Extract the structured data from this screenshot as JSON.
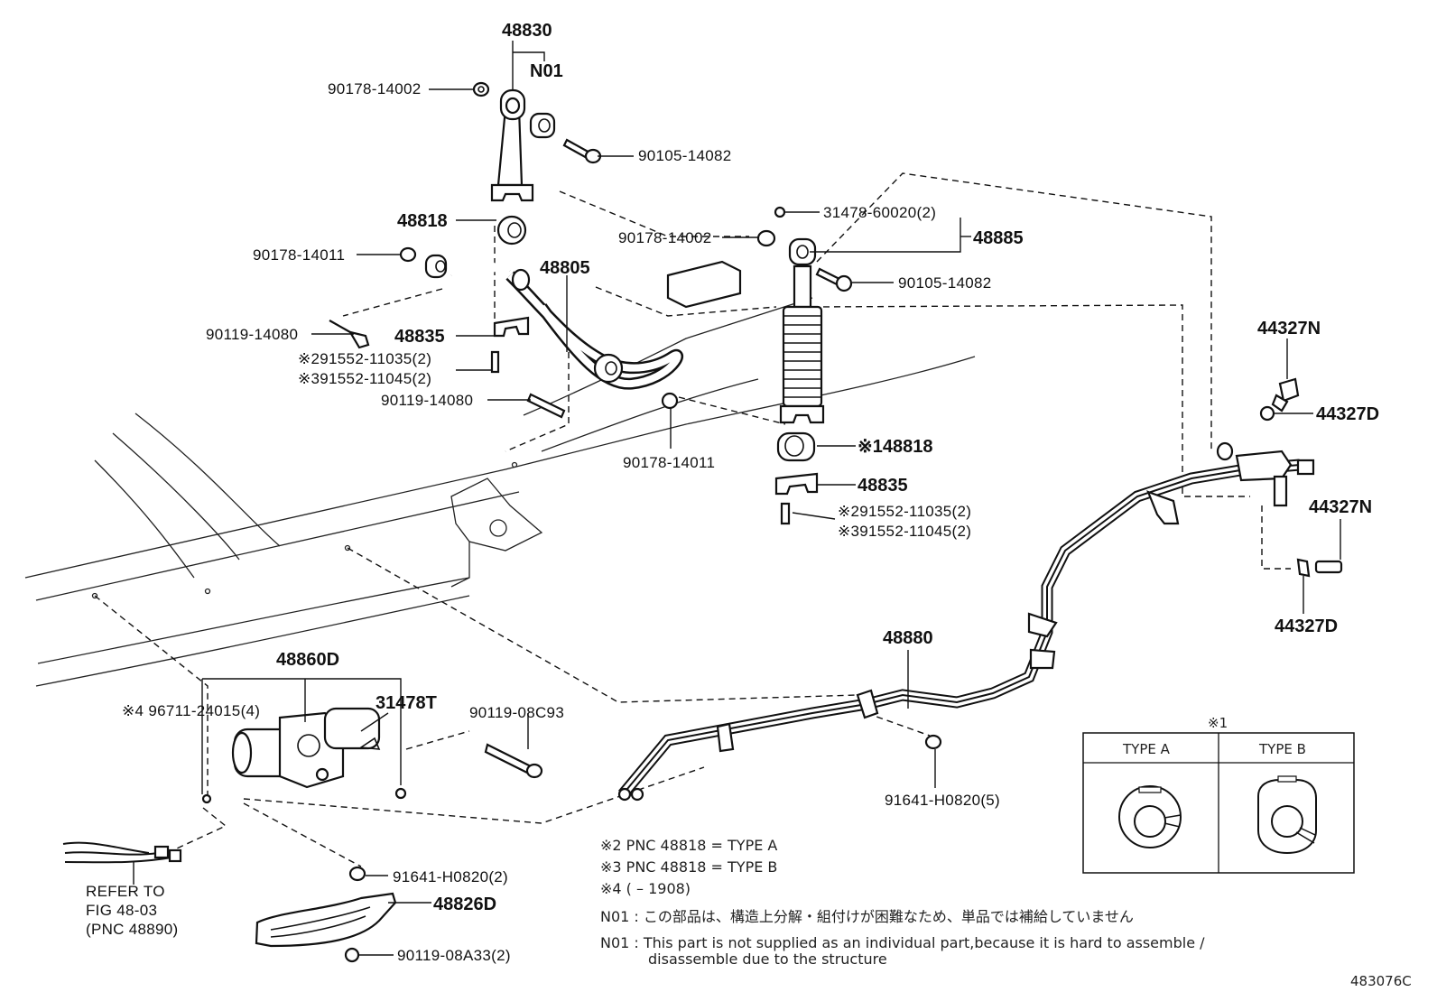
{
  "labels": {
    "p48830": "48830",
    "n01_top": "N01",
    "p90178_14002_a": "90178-14002",
    "p90105_14082_a": "90105-14082",
    "p48818_a": "48818",
    "p90178_14011_a": "90178-14011",
    "p48805": "48805",
    "p90119_14080_a": "90119-14080",
    "p48835_a": "48835",
    "p91552_11035_a": "※291552-11035(2)",
    "p91552_11045_a": "※391552-11045(2)",
    "p90119_14080_b": "90119-14080",
    "p90178_14011_b": "90178-14011",
    "p90178_14002_b": "90178-14002",
    "p31478_60020": "31478-60020(2)",
    "p48885": "48885",
    "p90105_14082_b": "90105-14082",
    "p48818_b": "※148818",
    "p48835_b": "48835",
    "p91552_11035_b": "※291552-11035(2)",
    "p91552_11045_b": "※391552-11045(2)",
    "p44327N_a": "44327N",
    "p44327D_a": "44327D",
    "p44327N_b": "44327N",
    "p44327D_b": "44327D",
    "p48880": "48880",
    "p48860D": "48860D",
    "p96711": "※4 96711-24015(4)",
    "p31478T": "31478T",
    "p90119_08C93": "90119-08C93",
    "p91641_H0820_5": "91641-H0820(5)",
    "p91641_H0820_2": "91641-H0820(2)",
    "p48826D": "48826D",
    "p90119_08A33": "90119-08A33(2)",
    "refer_line1": "REFER TO",
    "refer_line2": "FIG 48-03",
    "refer_line3": "(PNC 48890)"
  },
  "type_table": {
    "marker": "※1",
    "col_a": "TYPE A",
    "col_b": "TYPE B"
  },
  "notes": {
    "n2": "※2 PNC 48818 = TYPE A",
    "n3": "※3 PNC 48818 = TYPE B",
    "n4": "※4 (          – 1908)",
    "n01_jp": "N01 : この部品は、構造上分解・組付けが困難なため、単品では補給していません",
    "n01_en_1": "N01 : This part is not supplied as an individual part,because it is hard to assemble /",
    "n01_en_2": "disassemble due to the structure"
  },
  "figure_id": "483076C"
}
